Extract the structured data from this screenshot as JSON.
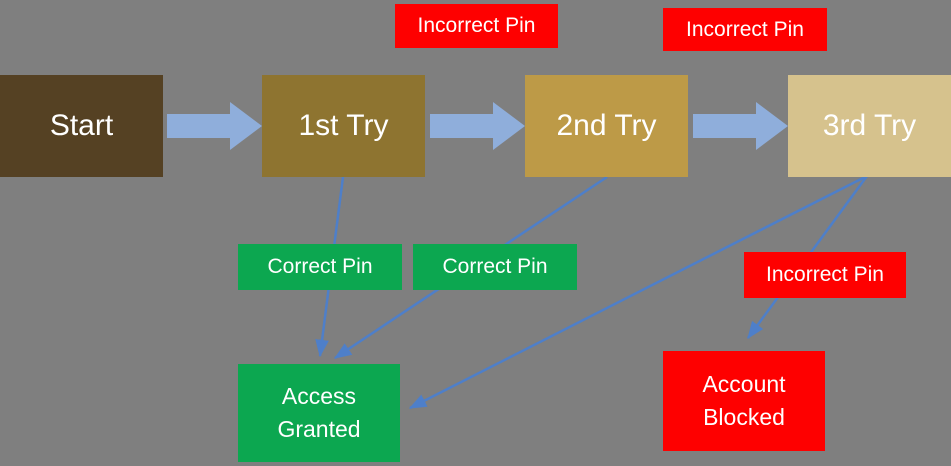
{
  "colors": {
    "background": "#7F7F7F",
    "big_arrow": "#8FAEDB",
    "connector": "#4E7FC9",
    "text": "#FFFFFF",
    "node_start": "#554123",
    "node_try1": "#8E7430",
    "node_try2": "#BD9A47",
    "node_try3": "#D6C28D",
    "green": "#0CA750",
    "red": "#FE0000"
  },
  "nodes": {
    "start": {
      "label": "Start"
    },
    "try1": {
      "label": "1st Try"
    },
    "try2": {
      "label": "2nd Try"
    },
    "try3": {
      "label": "3rd Try"
    },
    "access_granted": {
      "label": "Access Granted"
    },
    "account_blocked": {
      "label": "Account Blocked"
    }
  },
  "edge_labels": {
    "incorrect_pin_top_1": {
      "text": "Incorrect Pin"
    },
    "incorrect_pin_top_2": {
      "text": "Incorrect Pin"
    },
    "correct_pin_1": {
      "text": "Correct Pin"
    },
    "correct_pin_2": {
      "text": "Correct Pin"
    },
    "incorrect_pin_3": {
      "text": "Incorrect Pin"
    }
  },
  "edges": [
    {
      "from": "Start",
      "to": "1st Try",
      "type": "block-arrow"
    },
    {
      "from": "1st Try",
      "to": "2nd Try",
      "type": "block-arrow",
      "label": "Incorrect Pin"
    },
    {
      "from": "2nd Try",
      "to": "3rd Try",
      "type": "block-arrow",
      "label": "Incorrect Pin"
    },
    {
      "from": "1st Try",
      "to": "Access Granted",
      "type": "line-arrow",
      "label": "Correct Pin"
    },
    {
      "from": "2nd Try",
      "to": "Access Granted",
      "type": "line-arrow",
      "label": "Correct Pin"
    },
    {
      "from": "3rd Try",
      "to": "Access Granted",
      "type": "line-arrow",
      "label": "Correct Pin"
    },
    {
      "from": "3rd Try",
      "to": "Account Blocked",
      "type": "line-arrow",
      "label": "Incorrect Pin"
    }
  ]
}
